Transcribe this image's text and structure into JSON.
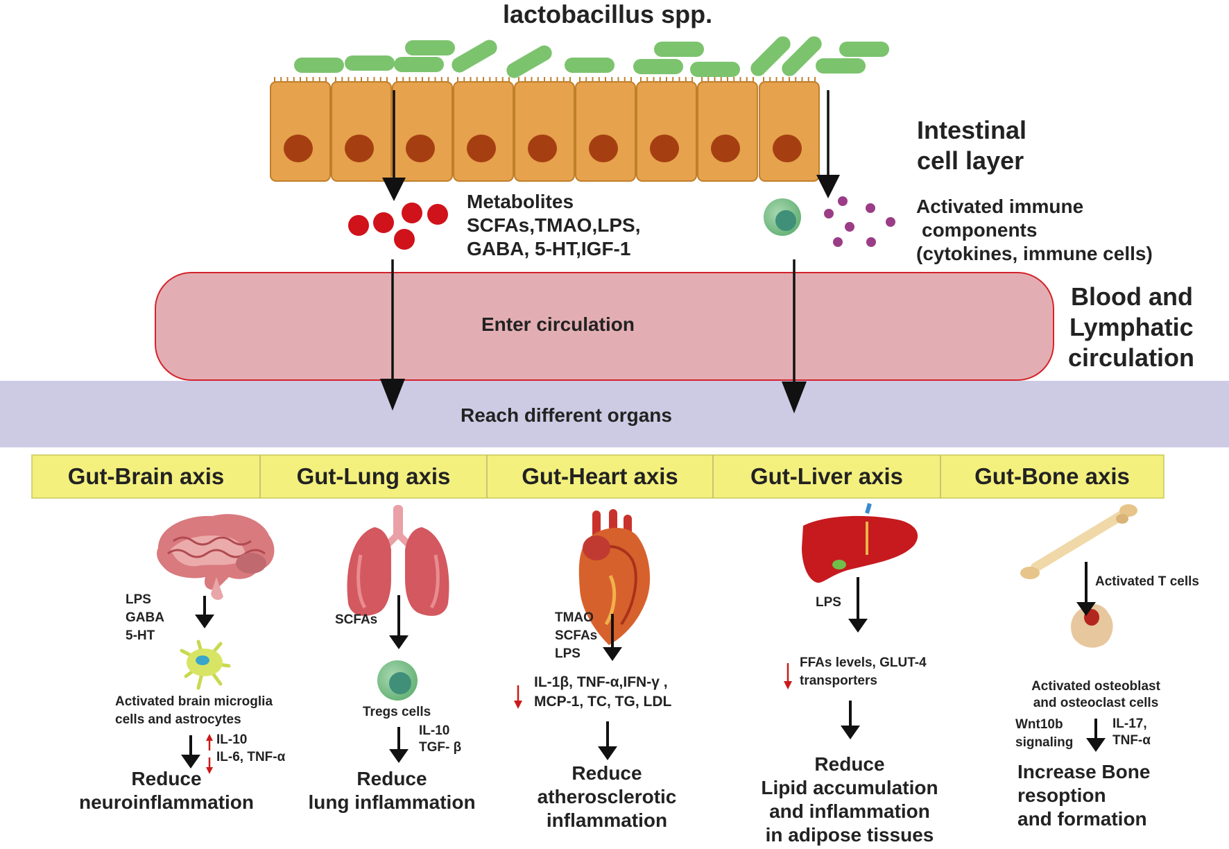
{
  "title": "lactobacillus spp.",
  "layers": {
    "intestinal": [
      "Intestinal",
      "cell layer"
    ],
    "metabolites_title": "Metabolites",
    "metabolites_lines": [
      "SCFAs,TMAO,LPS,",
      "GABA, 5-HT,IGF-1"
    ],
    "immune_lines": [
      "Activated immune",
      "components",
      "(cytokines, immune cells)"
    ],
    "circulation_label": "Enter circulation",
    "blood_lines": [
      "Blood and",
      "Lymphatic",
      "circulation"
    ],
    "organs_label": "Reach different organs"
  },
  "axes": [
    "Gut-Brain axis",
    "Gut-Lung axis",
    "Gut-Heart axis",
    "Gut-Liver axis",
    "Gut-Bone axis"
  ],
  "brain": {
    "inputs": [
      "LPS",
      "GABA",
      "5-HT"
    ],
    "cells": [
      "Activated brain microglia",
      "cells and astrocytes"
    ],
    "up": "IL-10",
    "down": "IL-6, TNF-α",
    "outcome": [
      "Reduce",
      "neuroinflammation"
    ]
  },
  "lung": {
    "input": "SCFAs",
    "cells": "Tregs cells",
    "mediators": [
      "IL-10",
      "TGF- β"
    ],
    "outcome": [
      "Reduce",
      "lung inflammation"
    ]
  },
  "heart": {
    "inputs": [
      "TMAO",
      "SCFAs",
      "LPS"
    ],
    "markers": [
      "IL-1β, TNF-α,IFN-γ ,",
      "MCP-1,  TC, TG, LDL"
    ],
    "outcome": [
      "Reduce",
      "atherosclerotic",
      "inflammation"
    ]
  },
  "liver": {
    "input": "LPS",
    "markers": [
      "FFAs levels, GLUT-4",
      "transporters"
    ],
    "outcome": [
      "Reduce",
      "Lipid accumulation",
      "and inflammation",
      "in adipose tissues"
    ]
  },
  "bone": {
    "trigger": "Activated T cells",
    "cells": [
      "Activated osteoblast",
      "and osteoclast cells"
    ],
    "left": [
      "Wnt10b",
      "signaling"
    ],
    "right": [
      "IL-17,",
      "TNF-α"
    ],
    "outcome": [
      "Increase Bone",
      "resoption",
      "and formation"
    ]
  },
  "colors": {
    "bacteria": "#7cc36e",
    "cell": "#e6a24c",
    "nucleus": "#a53f12",
    "metabolite": "#d0121b",
    "immune_dot": "#9b3d86",
    "circulation": "#e3aeb3",
    "organs_band": "#cdcbe4",
    "axis_band": "#f3f07e",
    "change_arrow": "#cc1a1a"
  }
}
